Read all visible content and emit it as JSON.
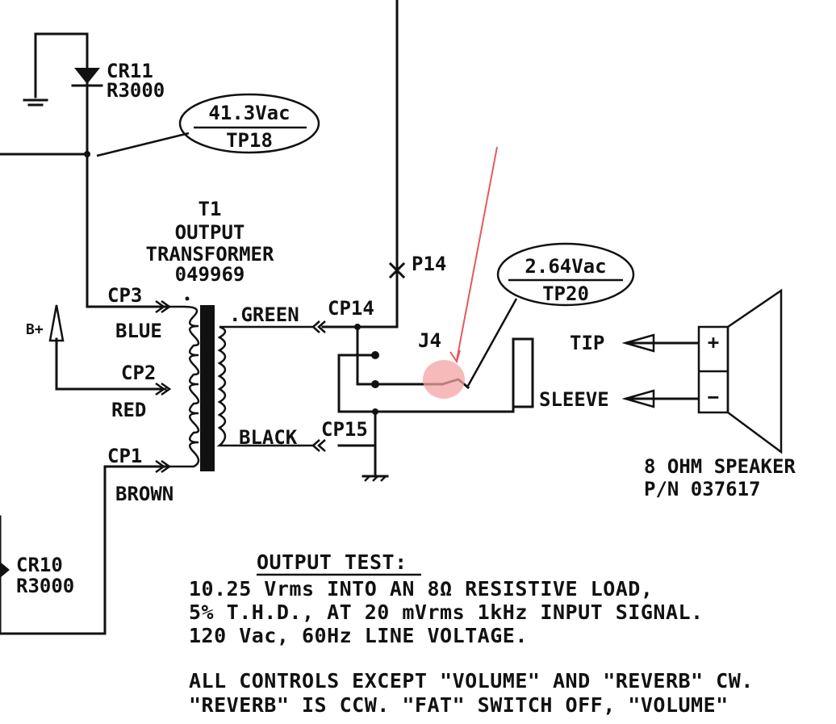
{
  "diagram": {
    "components": {
      "cr11": {
        "ref": "CR11",
        "part": "R3000"
      },
      "cr10": {
        "ref": "CR10",
        "part": "R3000"
      },
      "transformer": {
        "ref": "T1",
        "name_line1": "OUTPUT",
        "name_line2": "TRANSFORMER",
        "part": "049969"
      },
      "j4": {
        "ref": "J4"
      },
      "p14": {
        "ref": "P14"
      },
      "speaker": {
        "name": "8 OHM SPEAKER",
        "part": "P/N 037617"
      }
    },
    "test_points": {
      "tp18": {
        "value": "41.3Vac",
        "label": "TP18"
      },
      "tp20": {
        "value": "2.64Vac",
        "label": "TP20"
      }
    },
    "connections": {
      "cp3": "CP3",
      "cp2": "CP2",
      "cp1": "CP1",
      "cp14": "CP14",
      "cp15": "CP15",
      "blue": "BLUE",
      "red": "RED",
      "brown": "BROWN",
      "green": ".GREEN",
      "black": "BLACK",
      "bplus": "B+",
      "tip": "TIP",
      "sleeve": "SLEEVE",
      "plus": "+",
      "minus": "−"
    },
    "notes": {
      "heading": "OUTPUT TEST:",
      "line1": "10.25 Vrms INTO AN 8Ω RESISTIVE LOAD,",
      "line2": "5% T.H.D., AT 20 mVrms 1kHz INPUT SIGNAL.",
      "line3": "120 Vac, 60Hz LINE VOLTAGE.",
      "line4": "ALL CONTROLS EXCEPT \"VOLUME\" AND \"REVERB\" CW.",
      "line5": "\"REVERB\" IS CCW. \"FAT\" SWITCH OFF, \"VOLUME\""
    },
    "colors": {
      "ink": "#111111",
      "annotation": "#e8585a",
      "highlight": "#f4a3a3"
    }
  }
}
